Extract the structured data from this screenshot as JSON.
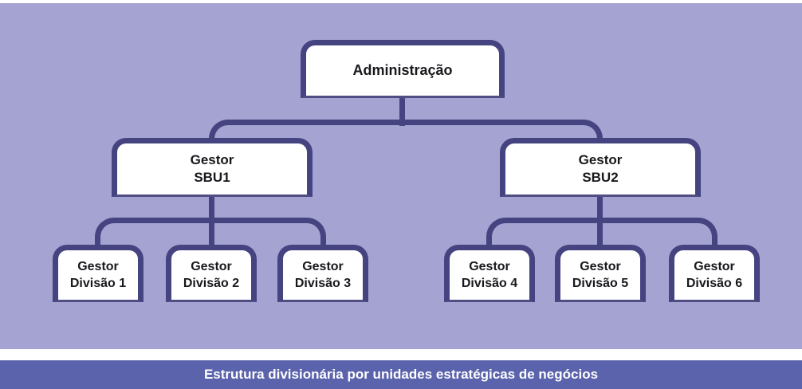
{
  "figure": {
    "caption": "Estrutura divisionária por unidades estratégicas de negócios"
  },
  "org": {
    "root": {
      "label": "Administração"
    },
    "sbus": [
      {
        "line1": "Gestor",
        "line2": "SBU1"
      },
      {
        "line1": "Gestor",
        "line2": "SBU2"
      }
    ],
    "divisions": [
      {
        "line1": "Gestor",
        "line2": "Divisão 1"
      },
      {
        "line1": "Gestor",
        "line2": "Divisão 2"
      },
      {
        "line1": "Gestor",
        "line2": "Divisão 3"
      },
      {
        "line1": "Gestor",
        "line2": "Divisão 4"
      },
      {
        "line1": "Gestor",
        "line2": "Divisão 5"
      },
      {
        "line1": "Gestor",
        "line2": "Divisão 6"
      }
    ]
  },
  "colors": {
    "panel_background": "#a5a3d1",
    "connector": "#454380",
    "node_fill": "#ffffff",
    "node_text": "#18181d",
    "caption_bar": "#5a63ab",
    "caption_text": "#ffffff"
  }
}
